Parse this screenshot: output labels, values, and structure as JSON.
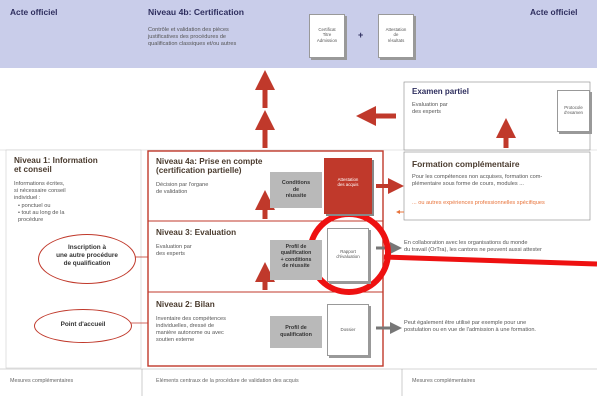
{
  "top": {
    "acte_left": "Acte officiel",
    "acte_right": "Acte officiel",
    "n4b_title": "Niveau 4b: Certification",
    "n4b_desc": [
      "Contrôle et validation des pièces",
      "justificatives des procédures de",
      "qualification classiques et/ou autres"
    ],
    "doc_cert": [
      "Certificat",
      "Titre",
      "Admission"
    ],
    "plus": "+",
    "doc_attest": [
      "Attestation",
      "de",
      "résultats"
    ]
  },
  "examen": {
    "title": "Examen partiel",
    "desc": [
      "Evaluation par",
      "des experts"
    ],
    "doc": [
      "Protocole",
      "d'examen"
    ]
  },
  "niveau1": {
    "title": [
      "Niveau 1: Information",
      "et conseil"
    ],
    "desc": [
      "Informations écrites,",
      "si nécessaire conseil",
      "individuel :"
    ],
    "bullets": [
      "ponctuel ou",
      "tout au long de la procédure"
    ]
  },
  "niveau4a": {
    "title": [
      "Niveau 4a: Prise en compte",
      "(certification partielle)"
    ],
    "desc": [
      "Décision par l'organe",
      "de validation"
    ],
    "gray": [
      "Conditions",
      "de",
      "réussite"
    ],
    "red_doc": [
      "Attestation",
      "des acquis"
    ]
  },
  "formation": {
    "title": "Formation complémentaire",
    "desc": [
      "Pour les compétences non acquises, formation com-",
      "plémentaire sous forme de cours, modules ..."
    ],
    "orange": "... ou autres expériences professionnelles spécifiques"
  },
  "niveau3": {
    "title": "Niveau 3: Evaluation",
    "desc": [
      "Evaluation par",
      "des experts"
    ],
    "gray": [
      "Profil de",
      "qualification",
      "+ conditions",
      "de réussite"
    ],
    "doc": [
      "Rapport",
      "d'évaluation"
    ],
    "right_text": [
      "En collaboration avec les organisations du monde",
      "du travail (OrTra), les cantons ne peuvent aussi attester"
    ]
  },
  "niveau2": {
    "title": "Niveau 2: Bilan",
    "desc": [
      "Inventaire des compétences",
      "individuelles, dressé de",
      "manière autonome ou avec",
      "soutien externe"
    ],
    "gray": [
      "Profil de",
      "qualification"
    ],
    "doc": "Dossier",
    "right_text": [
      "Peut également être utilisé par exemple pour une",
      "postulation ou en vue de l'admission à une formation."
    ]
  },
  "left_pills": {
    "inscription": [
      "Inscription à",
      "une autre procédure",
      "de qualification"
    ],
    "accueil": "Point d'accueil"
  },
  "bottom": {
    "left": "Mesures complémentaires",
    "center": "Eléments centraux de la procédure de validation des acquis",
    "right": "Mesures complémentaires"
  },
  "colors": {
    "band": "#c9cdea",
    "red": "#c0392b",
    "annotation_red": "#ee1111",
    "orange": "#e8733a",
    "dark_arrow": "#777777"
  }
}
